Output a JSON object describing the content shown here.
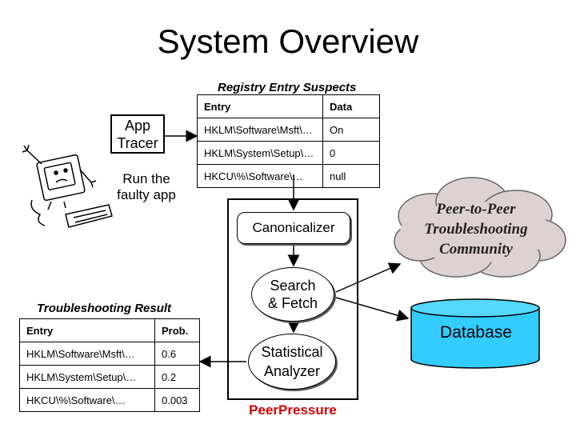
{
  "title": "System Overview",
  "registry": {
    "caption": "Registry Entry Suspects",
    "headers": [
      "Entry",
      "Data"
    ],
    "rows": [
      [
        "HKLM\\Software\\Msft\\…",
        "On"
      ],
      [
        "HKLM\\System\\Setup\\…",
        "0"
      ],
      [
        "HKCU\\%\\Software\\…",
        "null"
      ]
    ]
  },
  "app_tracer": {
    "line1": "App",
    "line2": "Tracer"
  },
  "run_label": {
    "line1": "Run the",
    "line2": "faulty app"
  },
  "canonicalizer": "Canonicalizer",
  "search_fetch": {
    "line1": "Search",
    "line2": "& Fetch"
  },
  "statistical": {
    "line1": "Statistical",
    "line2": "Analyzer"
  },
  "peerpressure": "PeerPressure",
  "community": {
    "line1": "Peer-to-Peer",
    "line2": "Troubleshooting",
    "line3": "Community"
  },
  "database": "Database",
  "result": {
    "caption": "Troubleshooting Result",
    "headers": [
      "Entry",
      "Prob."
    ],
    "rows": [
      [
        "HKLM\\Software\\Msft\\…",
        "0.6"
      ],
      [
        "HKLM\\System\\Setup\\…",
        "0.2"
      ],
      [
        "HKCU\\%\\Software\\…",
        "0.003"
      ]
    ]
  },
  "colors": {
    "database": "#33ccff",
    "cloud": "#ddd2d2",
    "peerpressure": "#d40000"
  }
}
